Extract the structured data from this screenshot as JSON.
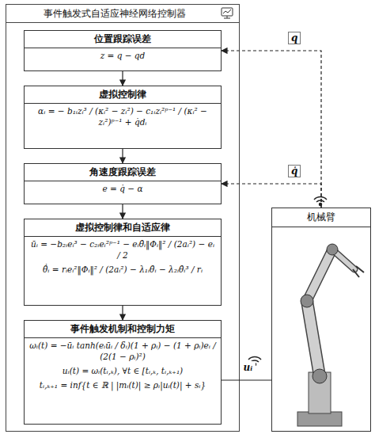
{
  "diagram": {
    "nodes": [
      {
        "text": [
          "事件触发式自适应神经网络控制器"
        ]
      },
      {
        "text": [
          "位置跟踪误差",
          "z = q − qd"
        ],
        "in": 0
      },
      {
        "text": [
          "虚拟控制律",
          "αᵢ = − b₁ᵢzᵢ³ / (κᵢ² − zᵢ²) − c₁ᵢzᵢ²ᵖ⁻¹ / (κᵢ² − zᵢ²)ᵖ⁻¹ + q̇dᵢ"
        ],
        "in": 0
      },
      {
        "text": [
          "角速度跟踪误差",
          "e = q̇ − α"
        ],
        "in": 0
      },
      {
        "text": [
          "虚拟控制律和自适应律",
          "ūᵢ = −b₂ᵢeᵢ³ − c₂ᵢeᵢ²ᵖ⁻¹ − eᵢθ̂ᵢ‖Φᵢ‖² / (2aᵢ²) − eᵢ / 2",
          "θ̂̇ᵢ = rᵢeᵢ²‖Φᵢ‖² / (2aᵢ²) − λ₁ᵢθ̂ᵢ − λ₂ᵢθ̂ᵢ³ / rᵢ"
        ],
        "in": 0
      },
      {
        "text": [
          "事件触发机制和控制力矩",
          "ωᵢ(t) = −ūᵢ tanh(eᵢūᵢ / δᵢ)(1 + ρᵢ) − (1 + ρᵢ)eᵢ / (2(1 − ρᵢ)²)",
          "uᵢ(t) = ωᵢ(tᵢ,ₖ),  ∀t ∈ [tᵢ,ₖ, tᵢ,ₖ₊₁)",
          "tᵢ,ₖ₊₁ = inf{t ∈ ℝ | |mᵢ(t)| ≥ ρᵢ|uᵢ(t)| + sᵢ}"
        ],
        "in": 0
      },
      {
        "text": [
          "机械臂"
        ]
      }
    ],
    "edges": [
      {
        "from": 1,
        "to": 2,
        "arrow": "to"
      },
      {
        "from": 2,
        "to": 3,
        "arrow": "to"
      },
      {
        "from": 3,
        "to": 4,
        "arrow": "to"
      },
      {
        "from": 4,
        "to": 5,
        "arrow": "to"
      },
      {
        "from": 6,
        "to": 1,
        "label": "q",
        "arrow": "to"
      },
      {
        "from": 6,
        "to": 3,
        "label": "q̇",
        "arrow": "to"
      },
      {
        "from": 5,
        "to": 6,
        "label": "uᵢ",
        "arrow": "none"
      }
    ]
  }
}
